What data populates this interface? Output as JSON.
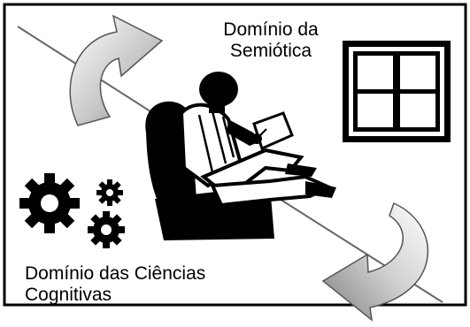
{
  "semiotics_domain": {
    "line1": "Domínio da",
    "line2": "Semiótica"
  },
  "cognitive_domain": {
    "line1": "Domínio das Ciências",
    "line2": "Cognitivas"
  },
  "colors": {
    "stroke": "#000000",
    "diagonal_line": "#666666",
    "arrow_light": "#ffffff",
    "arrow_dark": "#8a8a8a",
    "background": "#ffffff"
  },
  "icons": [
    "curved-arrow-icon",
    "window-icon",
    "reader-person-icon",
    "gears-icon"
  ]
}
